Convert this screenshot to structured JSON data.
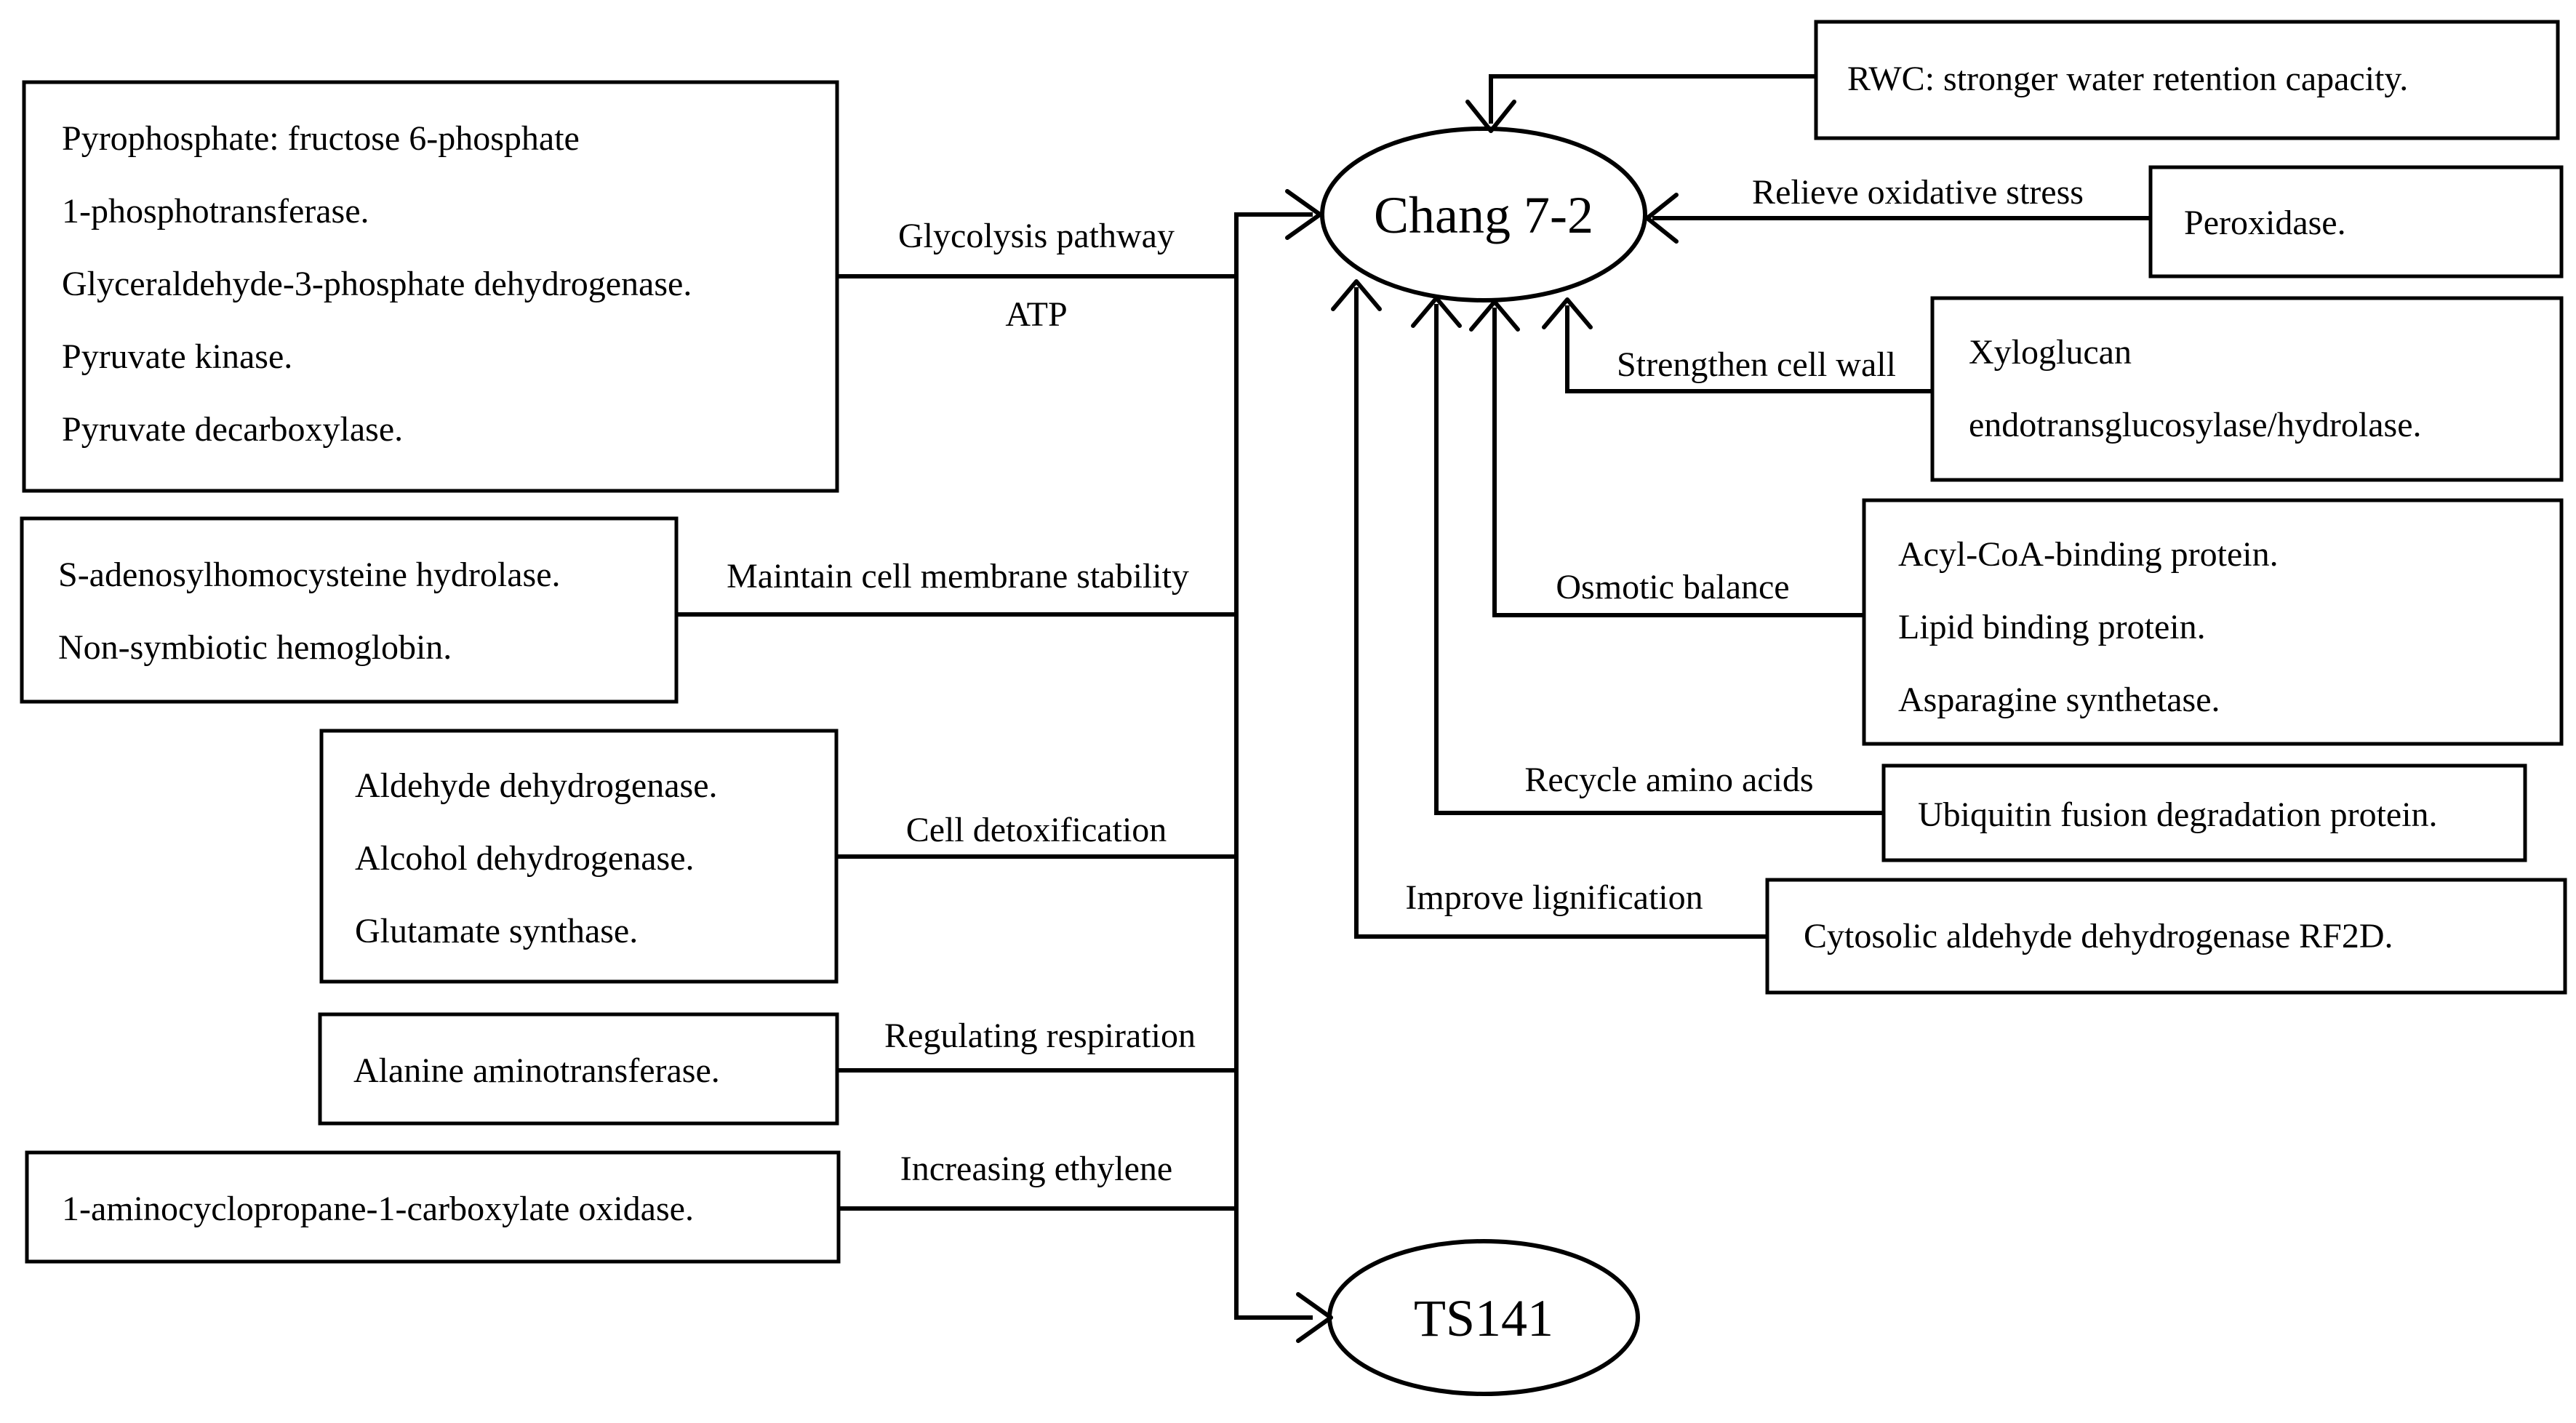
{
  "nodes": {
    "chang": "Chang 7-2",
    "ts141": "TS141"
  },
  "left": {
    "glycolysis": {
      "lines": [
        "Pyrophosphate: fructose 6-phosphate",
        "1-phosphotransferase.",
        "Glyceraldehyde-3-phosphate dehydrogenase.",
        "Pyruvate kinase.",
        "Pyruvate decarboxylase."
      ],
      "label": "Glycolysis pathway",
      "sublabel": "ATP"
    },
    "membrane": {
      "lines": [
        "S-adenosylhomocysteine hydrolase.",
        "Non-symbiotic hemoglobin."
      ],
      "label": "Maintain cell membrane stability"
    },
    "detox": {
      "lines": [
        "Aldehyde dehydrogenase.",
        "Alcohol dehydrogenase.",
        "Glutamate synthase."
      ],
      "label": "Cell detoxification"
    },
    "respiration": {
      "lines": [
        "Alanine aminotransferase."
      ],
      "label": "Regulating respiration"
    },
    "ethylene": {
      "lines": [
        "1-aminocyclopropane-1-carboxylate oxidase."
      ],
      "label": "Increasing ethylene"
    }
  },
  "right": {
    "rwc": {
      "lines": [
        "RWC: stronger water retention capacity."
      ]
    },
    "peroxidase": {
      "lines": [
        "Peroxidase."
      ],
      "label": "Relieve oxidative stress"
    },
    "xyloglucan": {
      "lines": [
        "Xyloglucan",
        "endotransglucosylase/hydrolase."
      ],
      "label": "Strengthen cell wall"
    },
    "osmotic": {
      "lines": [
        "Acyl-CoA-binding protein.",
        "Lipid binding protein.",
        "Asparagine synthetase."
      ],
      "label": "Osmotic balance"
    },
    "ubiquitin": {
      "lines": [
        "Ubiquitin fusion degradation protein."
      ],
      "label": "Recycle amino acids"
    },
    "cytosolic": {
      "lines": [
        "Cytosolic aldehyde dehydrogenase RF2D."
      ],
      "label": "Improve lignification"
    }
  }
}
